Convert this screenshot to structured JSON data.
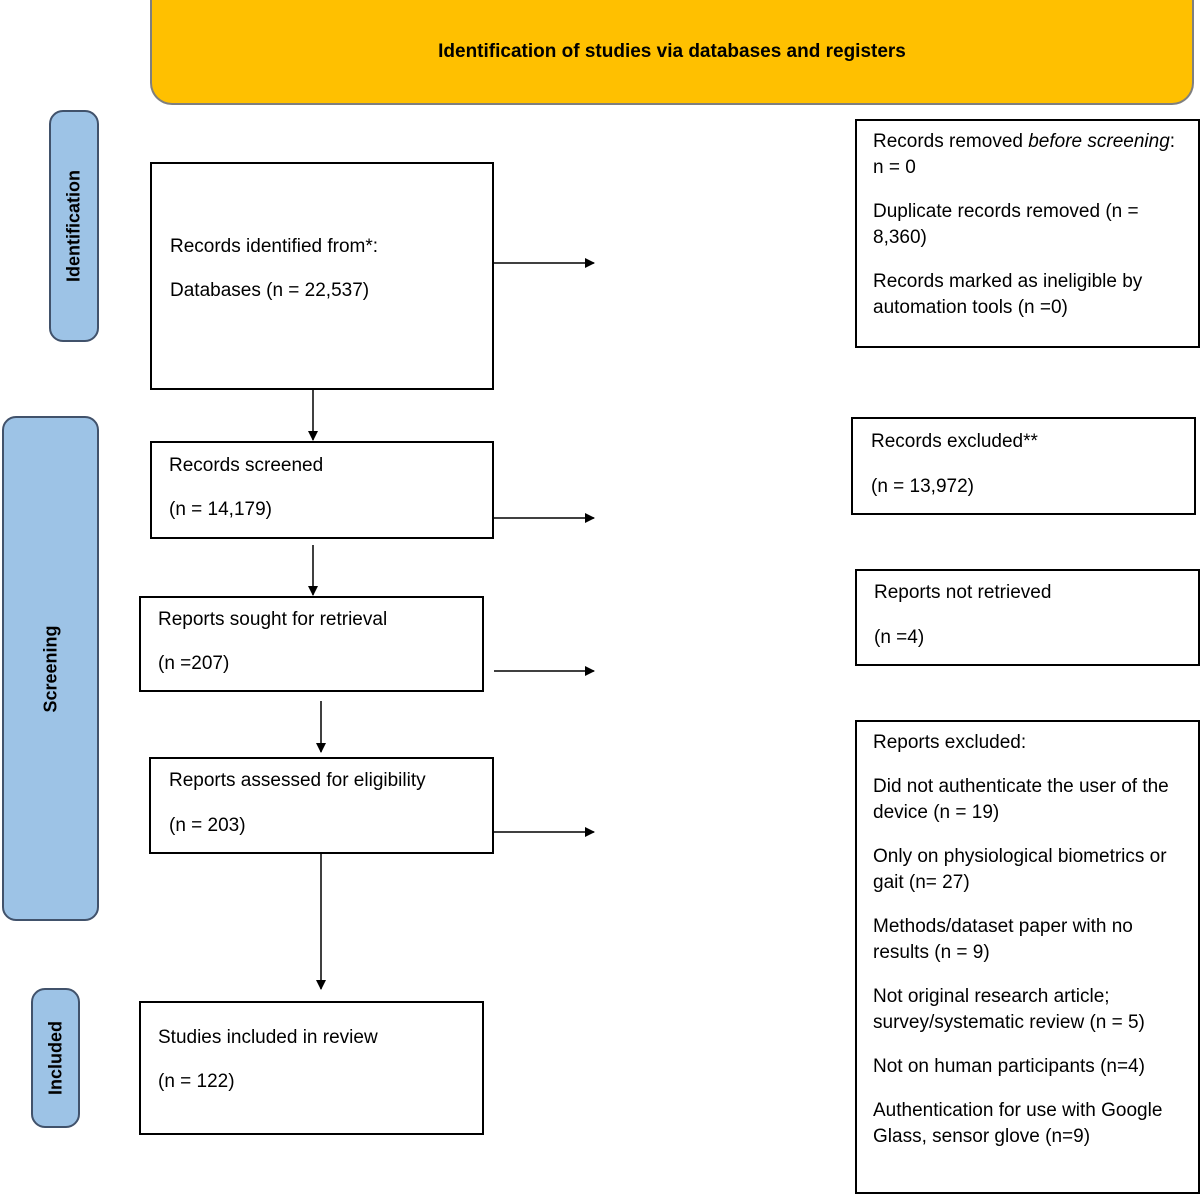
{
  "banner": {
    "title": "Identification of studies via databases and registers"
  },
  "phases": {
    "identification": "Identification",
    "screening": "Screening",
    "included": "Included"
  },
  "main": {
    "identified": {
      "label": "Records identified from*:",
      "detail": "Databases (n = 22,537)"
    },
    "screened": {
      "label": "Records screened",
      "count": "(n = 14,179)"
    },
    "sought": {
      "label": "Reports sought for retrieval",
      "count": "(n =207)"
    },
    "assessed": {
      "label": "Reports assessed for eligibility",
      "count": "(n = 203)"
    },
    "included": {
      "label": "Studies included in review",
      "count": "(n = 122)"
    }
  },
  "side": {
    "removed": {
      "line1_pre": "Records removed ",
      "line1_em": "before screening",
      "line1_post": ": n = 0",
      "duplicates": "Duplicate records removed (n = 8,360)",
      "automation": "Records marked as ineligible by automation tools (n =0)"
    },
    "excluded": {
      "label": "Records excluded**",
      "count": "(n = 13,972)"
    },
    "not_retrieved": {
      "label": "Reports not retrieved",
      "count": "(n =4)"
    },
    "reports_excluded": {
      "label": "Reports excluded:",
      "reasons": [
        "Did not authenticate the user of the device (n = 19)",
        "Only on physiological biometrics or gait (n= 27)",
        "Methods/dataset paper with no results (n = 9)",
        "Not original research article; survey/systematic review (n = 5)",
        "Not on human participants (n=4)",
        "Authentication for use with Google Glass, sensor glove (n=9)"
      ]
    }
  }
}
